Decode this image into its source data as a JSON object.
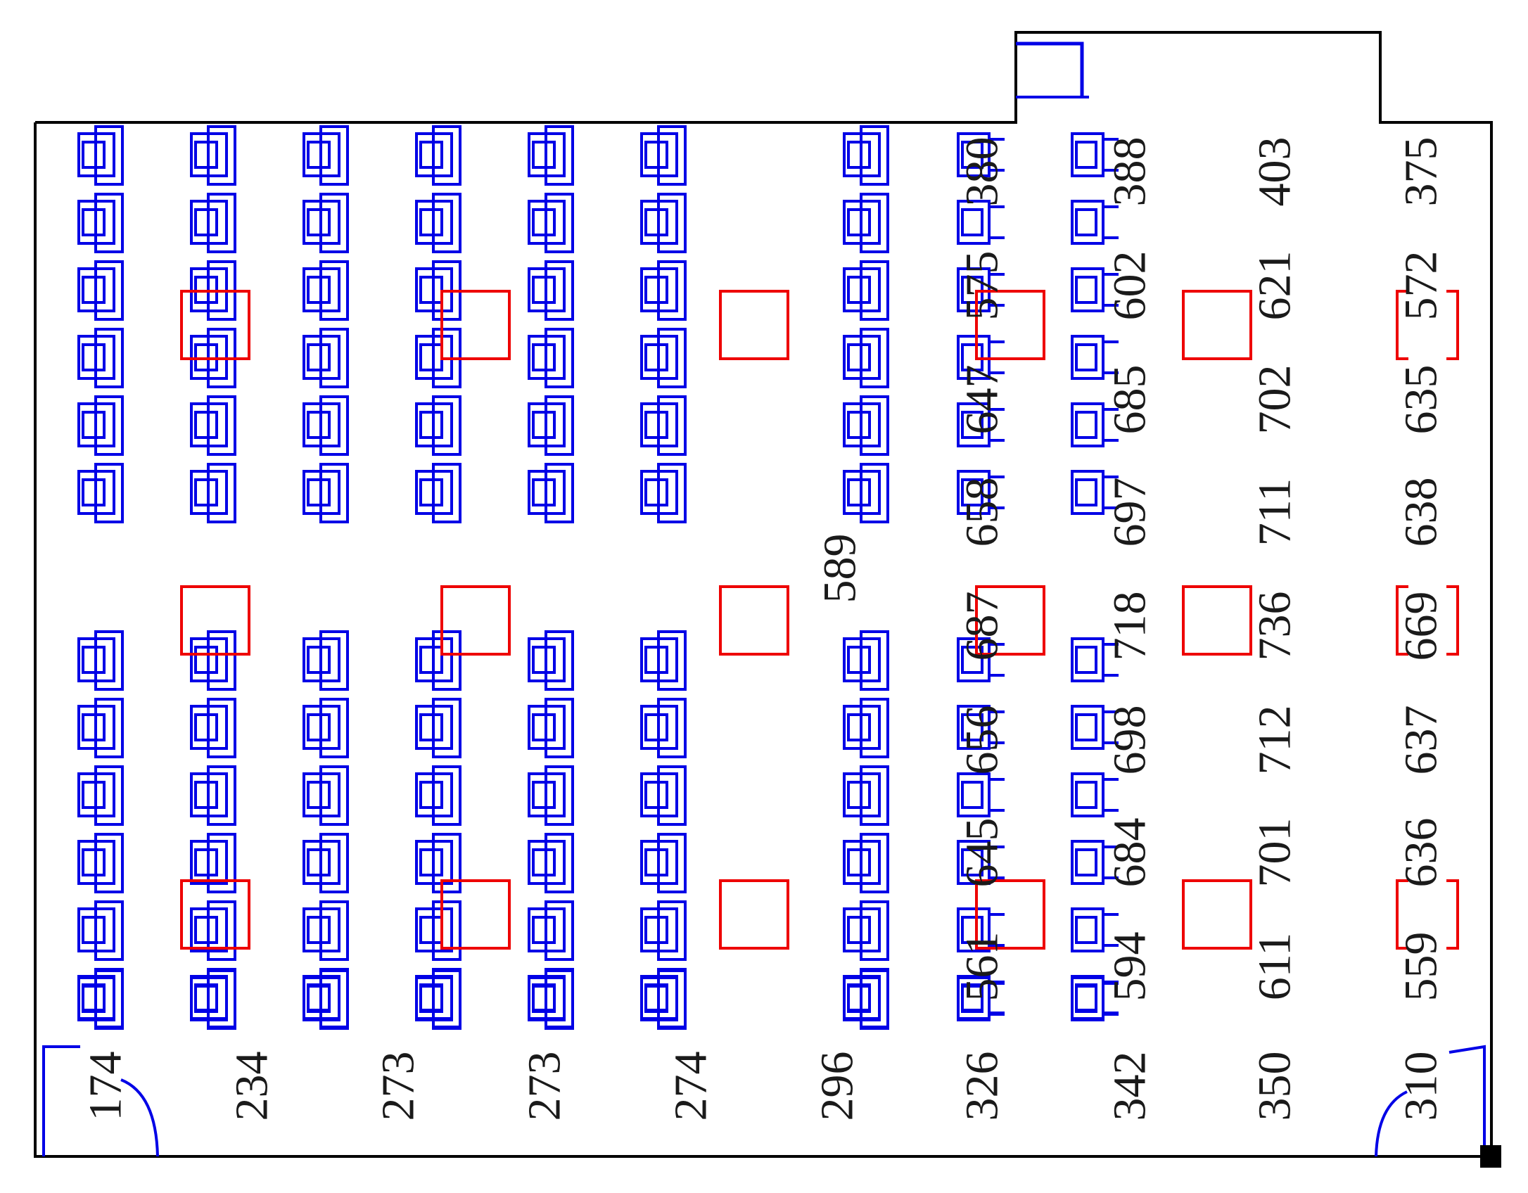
{
  "colors": {
    "wall": "#000000",
    "seat": "#0000e6",
    "light": "#ee0000",
    "text": "#1a1a1a"
  },
  "icons": {
    "seat": "seat-icon",
    "light": "ceiling-light-icon",
    "door": "door-swing-icon",
    "corner_marker": "corner-marker-icon"
  },
  "labels": {
    "bottom_row": [
      "174",
      "234",
      "273",
      "273",
      "274",
      "296",
      "326",
      "342",
      "350",
      "310"
    ],
    "col_326": [
      "380",
      "575",
      "647",
      "658",
      "687",
      "656",
      "645",
      "561"
    ],
    "col_342": [
      "388",
      "602",
      "685",
      "697",
      "718",
      "698",
      "684",
      "594"
    ],
    "col_350": [
      "403",
      "621",
      "702",
      "711",
      "736",
      "712",
      "701",
      "611"
    ],
    "col_310": [
      "375",
      "572",
      "635",
      "638",
      "669",
      "637",
      "636",
      "559"
    ],
    "center": [
      "589"
    ]
  }
}
